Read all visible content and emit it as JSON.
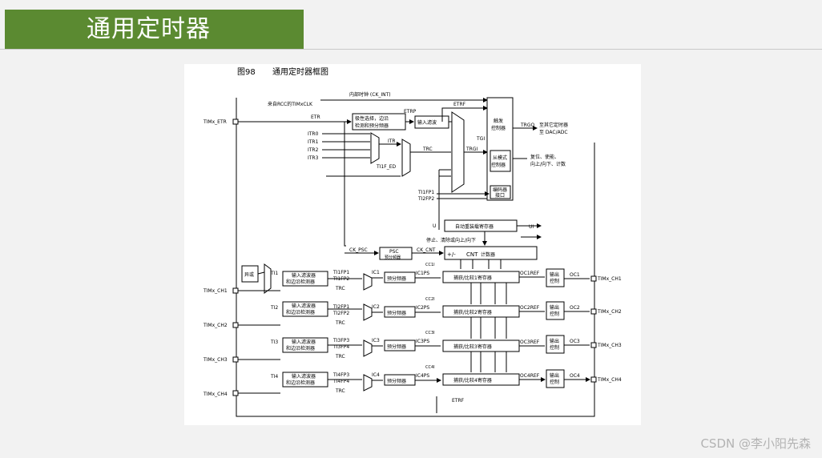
{
  "slide": {
    "title": "通用定时器",
    "watermark": "CSDN @李小阳先森"
  },
  "figure": {
    "number": "图98",
    "caption": "通用定时器框图",
    "ck_int": "内部时钟 (CK_INT)",
    "rcc_source": "来自RCC的TIMxCLK",
    "etr_pin": "TIMx_ETR",
    "etr": "ETR",
    "etrp": "ETRP",
    "etrf": "ETRF",
    "polarity_line1": "极性选择，边沿",
    "polarity_line2": "检测和预分频器",
    "input_filter": "输入滤波",
    "itr": [
      "ITR0",
      "ITR1",
      "ITR2",
      "ITR3"
    ],
    "itr_label": "ITR",
    "trc": "TRC",
    "ti1f_ed": "TI1F_ED",
    "tgi": "TGI",
    "trgi": "TRGI",
    "trigger_ctrl_1": "触发",
    "trigger_ctrl_2": "控制器",
    "slave_ctrl_1": "从模式",
    "slave_ctrl_2": "控制器",
    "encoder_1": "编码器",
    "encoder_2": "接口",
    "trgo": "TRGO",
    "trgo_dest_1": "至其它定时器",
    "trgo_dest_2": "至 DAC/ADC",
    "reset_1": "复位、使能、",
    "reset_2": "向上/向下、计数",
    "ti1fp1": "TI1FP1",
    "ti2fp2": "TI2FP2",
    "u": "U",
    "ui": "UI",
    "autoreload": "自动重装载寄存器",
    "stop_text": "停止、清除或向上/向下",
    "ck_psc": "CK_PSC",
    "psc": "PSC",
    "psc_sub": "预分频器",
    "ck_cnt": "CK_CNT",
    "plusminus": "+/-",
    "cnt": "CNT",
    "cnt_sub": "计数器",
    "xor": "异或",
    "filter_1": "输入滤波器",
    "filter_2": "和边沿检测器",
    "prescaler": "预分频器",
    "output_ctrl_1": "输出",
    "output_ctrl_2": "控制",
    "etrf_bottom": "ETRF",
    "channels": [
      {
        "in_pin": "TIMx_CH1",
        "ti": "TI1",
        "fpa": "TI1FP1",
        "fpb": "TI1FP2",
        "ic": "IC1",
        "icps": "IC1PS",
        "cci": "CC1I",
        "ccr": "捕获/比较1寄存器",
        "ocref": "OC1REF",
        "oc": "OC1",
        "out_pin": "TIMx_CH1"
      },
      {
        "in_pin": "TIMx_CH2",
        "ti": "TI2",
        "fpa": "TI2FP1",
        "fpb": "TI2FP2",
        "ic": "IC2",
        "icps": "IC2PS",
        "cci": "CC2I",
        "ccr": "捕获/比较2寄存器",
        "ocref": "OC2REF",
        "oc": "OC2",
        "out_pin": "TIMx_CH2"
      },
      {
        "in_pin": "TIMx_CH3",
        "ti": "TI3",
        "fpa": "TI3FP3",
        "fpb": "TI3FP4",
        "ic": "IC3",
        "icps": "IC3PS",
        "cci": "CC3I",
        "ccr": "捕获/比较3寄存器",
        "ocref": "OC3REF",
        "oc": "OC3",
        "out_pin": "TIMx_CH3"
      },
      {
        "in_pin": "TIMx_CH4",
        "ti": "TI4",
        "fpa": "TI4FP3",
        "fpb": "TI4FP4",
        "ic": "IC4",
        "icps": "IC4PS",
        "cci": "CC4I",
        "ccr": "捕获/比较4寄存器",
        "ocref": "OC4REF",
        "oc": "OC4",
        "out_pin": "TIMx_CH4"
      }
    ]
  }
}
